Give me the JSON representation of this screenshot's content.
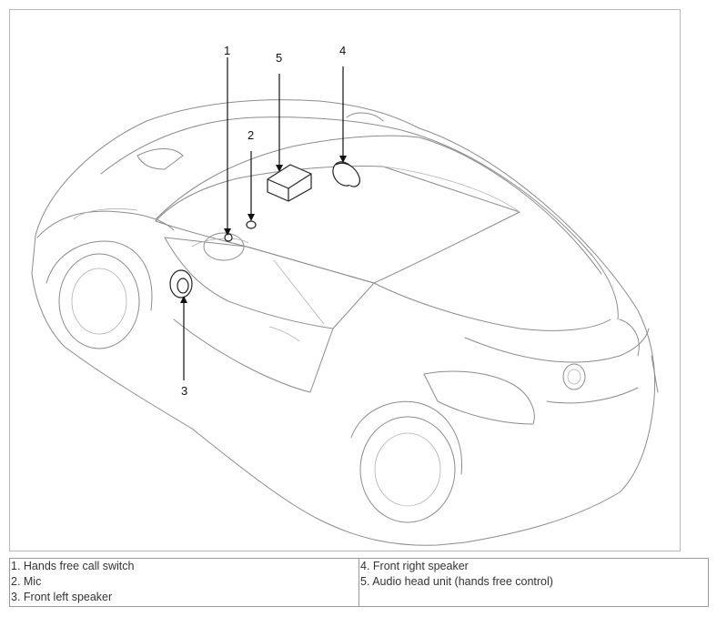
{
  "diagram": {
    "callouts": [
      "1",
      "2",
      "3",
      "4",
      "5"
    ]
  },
  "legend": {
    "left": [
      "1. Hands free call switch",
      "2. Mic",
      "3. Front left speaker"
    ],
    "right": [
      "4. Front right speaker",
      "5. Audio head unit (hands free control)"
    ]
  }
}
